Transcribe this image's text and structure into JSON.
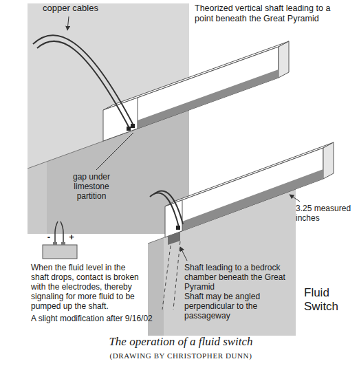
{
  "diagram": {
    "caption": "The operation of a fluid switch",
    "labels": [
      "copper cables",
      "Theorized vertical shaft leading to a point beneath the Great Pyramid",
      "gap under limestone partition",
      "-",
      "+",
      "3.25 measured inches",
      "When the fluid level in the shaft drops, contact is broken with the electrodes, thereby signaling for more fluid to be pumped up the shaft.",
      "Shaft leading to a bedrock chamber beneath the Great Pyramid",
      "Shaft may be angled perpendicular to the passageway",
      "Fluid Switch",
      "A slight modification after 9/16/02",
      "(DRAWING BY CHRISTOPHER DUNN)"
    ]
  }
}
